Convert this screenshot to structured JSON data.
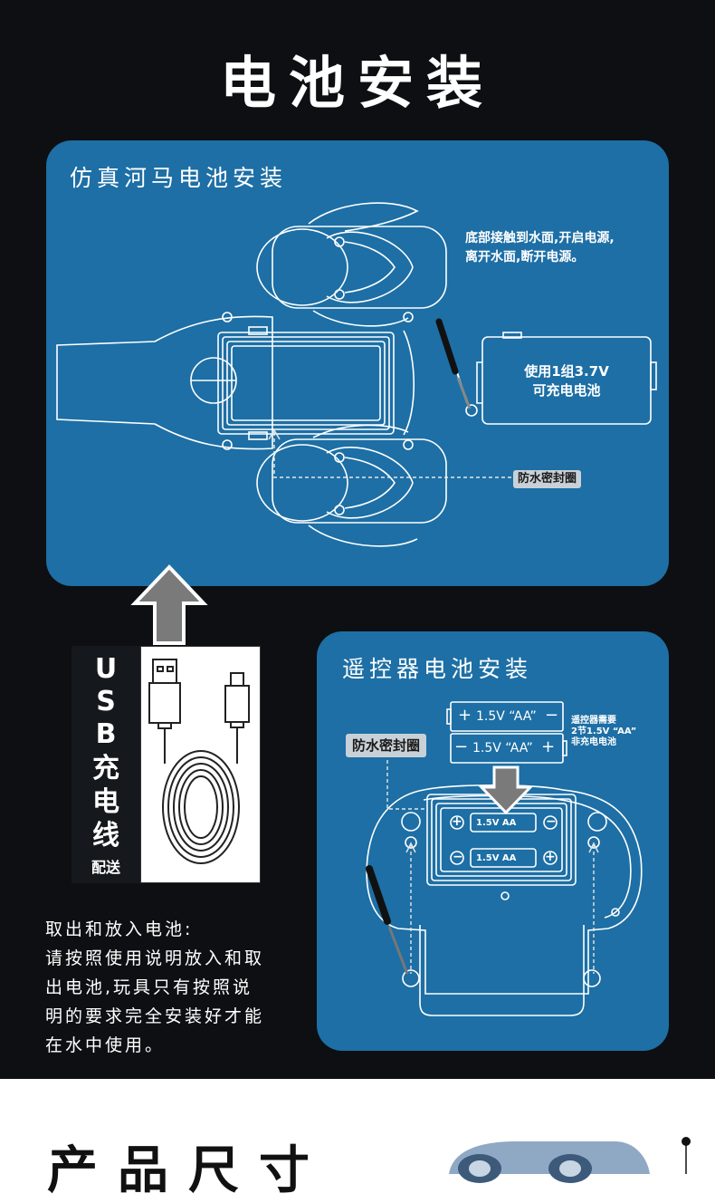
{
  "header": {
    "title": "电池安装"
  },
  "hippo_section": {
    "title": "仿真河马电池安装",
    "note_line1": "底部接触到水面,开启电源,",
    "note_line2": "离开水面,断开电源。",
    "battery_line1": "使用1组3.7V",
    "battery_line2": "可充电电池",
    "seal_tag": "防水密封圈"
  },
  "usb": {
    "letters": [
      "U",
      "S",
      "B",
      "充",
      "电",
      "线"
    ],
    "sub": "配送"
  },
  "remote_section": {
    "title": "遥控器电池安装",
    "seal_tag": "防水密封圈",
    "battery1_label": "1.5V “AA”",
    "battery2_label": "1.5V “AA”",
    "slot1_label": "1.5V AA",
    "slot2_label": "1.5V AA",
    "plus": "+",
    "minus": "−",
    "note_line1": "遥控器需要",
    "note_line2": "2节1.5V “AA”",
    "note_line3": "非充电电池"
  },
  "instructions": {
    "lines": [
      "取出和放入电池:",
      "请按照使用说明放入和取",
      "出电池,玩具只有按照说",
      "明的要求完全安装好才能",
      "在水中使用。"
    ]
  },
  "next_section": {
    "title": "产品尺寸"
  },
  "colors": {
    "card": "#1d6fa5",
    "background": "#0d0f12",
    "tag": "#c9d1d8",
    "arrow": "#7a7a7a"
  }
}
